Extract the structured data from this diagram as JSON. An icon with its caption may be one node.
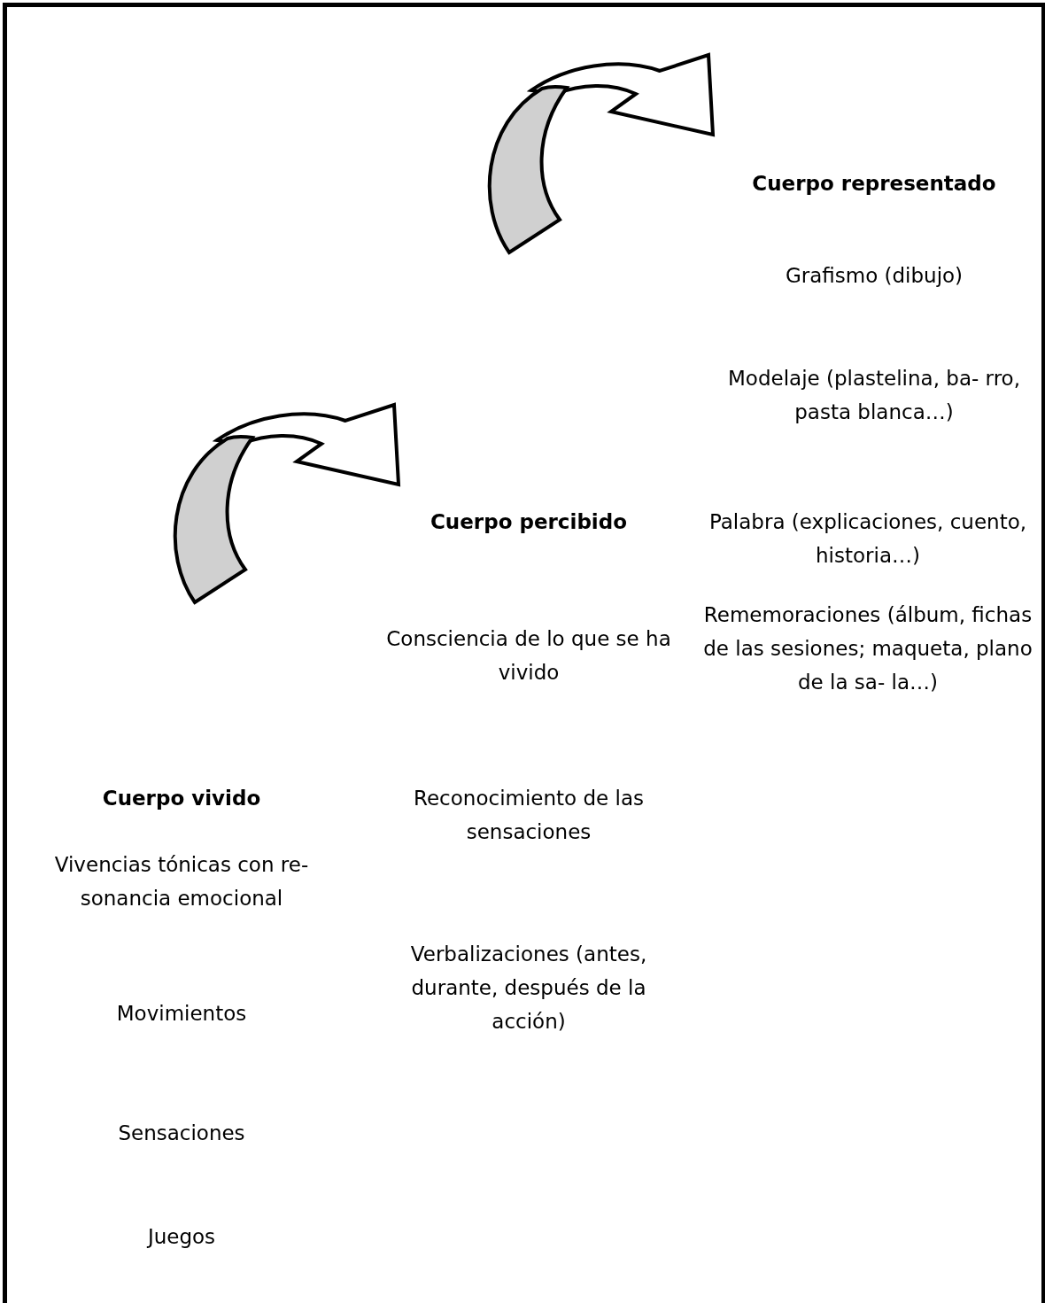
{
  "diagram": {
    "labels": [
      "Cuerpo representado",
      "Grafismo (dibujo)",
      "Modelaje (plastelina, ba- rro, pasta blanca…)",
      "Cuerpo percibido",
      "Palabra (explicaciones, cuento, historia…)",
      "Consciencia de lo que se ha vivido",
      "Rememoraciones (álbum, fichas  de las sesiones; maqueta, plano de la sa- la…)",
      "Cuerpo vivido",
      "Reconocimiento de las sensaciones",
      "Vivencias tónicas con re- sonancia emocional",
      "Verbalizaciones (antes, durante, después de la acción)",
      "Movimientos",
      "Sensaciones",
      "Juegos"
    ]
  }
}
